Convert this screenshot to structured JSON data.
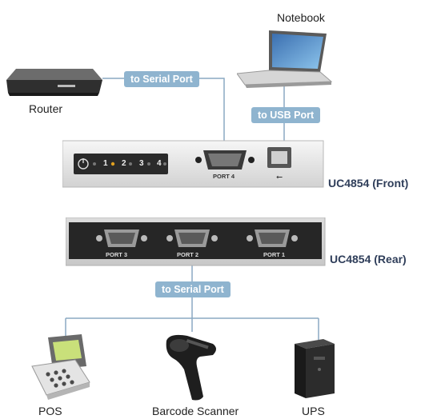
{
  "devices": {
    "notebook": {
      "label": "Notebook"
    },
    "router": {
      "label": "Router"
    },
    "pos": {
      "label": "POS"
    },
    "scanner": {
      "label": "Barcode Scanner"
    },
    "ups": {
      "label": "UPS"
    }
  },
  "connections": {
    "router_link": "to Serial Port",
    "notebook_link": "to USB Port",
    "rear_link": "to Serial Port"
  },
  "front_panel": {
    "title": "UC4854 (Front)",
    "port_label": "PORT 4",
    "leds": [
      "1",
      "2",
      "3",
      "4"
    ]
  },
  "rear_panel": {
    "title": "UC4854 (Rear)",
    "ports": [
      "PORT 3",
      "PORT 2",
      "PORT 1"
    ]
  },
  "colors": {
    "connector_line": "#8aa9c2",
    "pill_bg": "#8fb4cf",
    "title_text": "#2f3e5a"
  }
}
